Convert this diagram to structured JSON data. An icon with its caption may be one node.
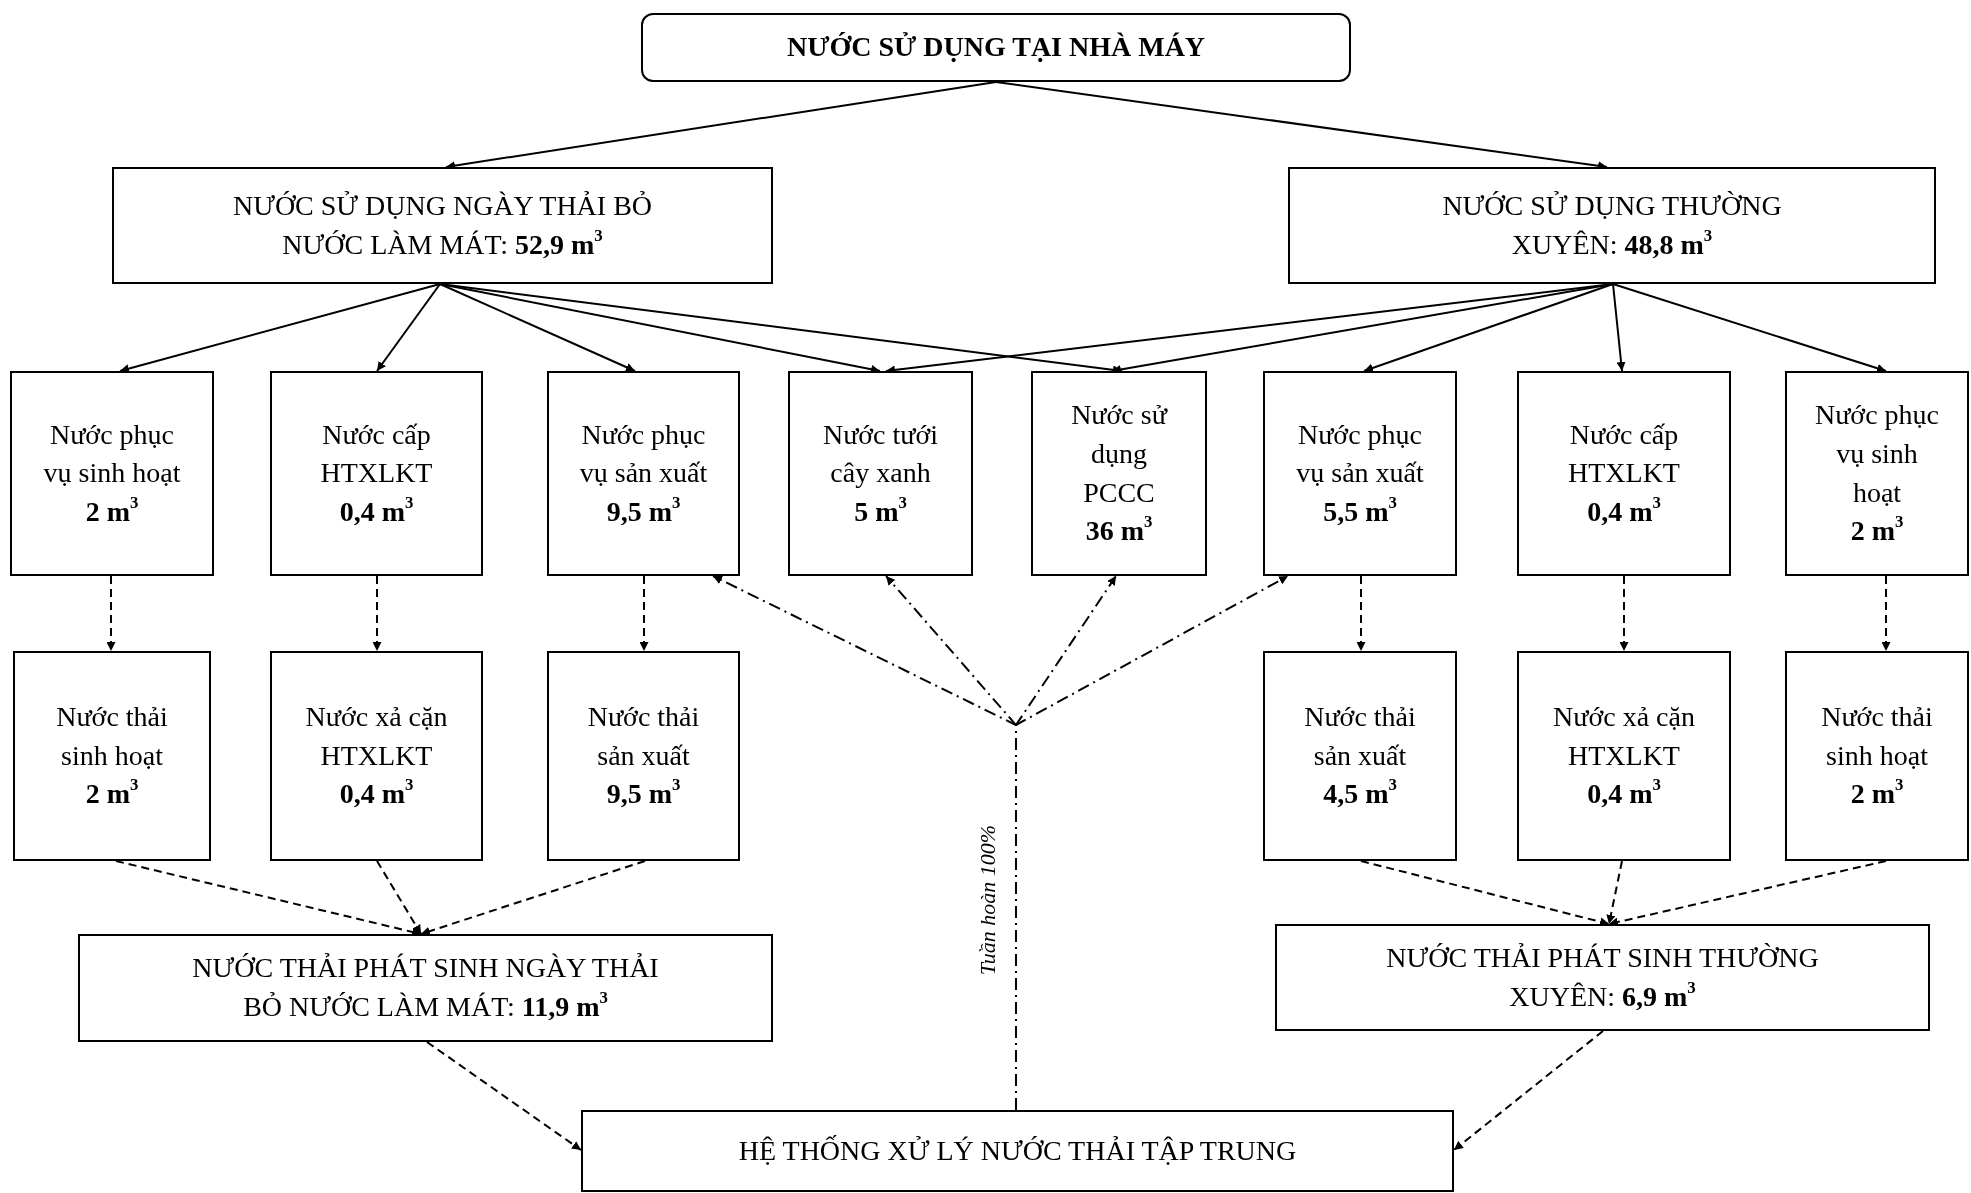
{
  "diagram": {
    "nodes": [
      {
        "text": [
          "NƯỚC SỬ DỤNG TẠI NHÀ MÁY"
        ]
      },
      {
        "text": [
          "NƯỚC SỬ DỤNG NGÀY THẢI BỎ NƯỚC LÀM MÁT: **52,9 m$^{3}$**"
        ]
      },
      {
        "text": [
          "NƯỚC SỬ DỤNG THƯỜNG XUYÊN: **48,8 m$^{3}$**"
        ]
      },
      {
        "text": [
          "Nước phục vụ sinh hoạt",
          "2 m$^{3}$"
        ]
      },
      {
        "text": [
          "Nước cấp HTXLKT",
          "0,4 m$^{3}$"
        ]
      },
      {
        "text": [
          "Nước phục vụ sản xuất",
          "9,5 m$^{3}$"
        ]
      },
      {
        "text": [
          "Nước tưới cây xanh",
          "5 m$^{3}$"
        ]
      },
      {
        "text": [
          "Nước sử dụng PCCC",
          "36 m$^{3}$"
        ]
      },
      {
        "text": [
          "Nước phục vụ sản xuất",
          "5,5 m$^{3}$"
        ]
      },
      {
        "text": [
          "Nước cấp HTXLKT",
          "0,4 m$^{3}$"
        ]
      },
      {
        "text": [
          "Nước phục vụ sinh hoạt",
          "2 m$^{3}$"
        ]
      },
      {
        "text": [
          "Nước thải sinh hoạt",
          "2 m$^{3}$"
        ]
      },
      {
        "text": [
          "Nước xả cặn HTXLKT",
          "0,4 m$^{3}$"
        ]
      },
      {
        "text": [
          "Nước thải sản xuất",
          "9,5 m$^{3}$"
        ]
      },
      {
        "text": [
          "Nước thải sản xuất",
          "4,5 m$^{3}$"
        ]
      },
      {
        "text": [
          "Nước xả cặn HTXLKT",
          "0,4 m$^{3}$"
        ]
      },
      {
        "text": [
          "Nước thải sinh hoạt",
          "2 m$^{3}$"
        ]
      },
      {
        "text": [
          "NƯỚC THẢI PHÁT SINH NGÀY THẢI BỎ NƯỚC LÀM MÁT: **11,9 m$^{3}$**"
        ]
      },
      {
        "text": [
          "NƯỚC THẢI PHÁT SINH THƯỜNG XUYÊN: **6,9 m$^{3}$**"
        ]
      },
      {
        "text": [
          "HỆ THỐNG XỬ LÝ NƯỚC THẢI TẬP TRUNG"
        ]
      }
    ],
    "edges": [
      {
        "from": 0,
        "to": 1,
        "arrow": "to"
      },
      {
        "from": 0,
        "to": 2,
        "arrow": "to"
      },
      {
        "from": 1,
        "to": 3,
        "arrow": "to"
      },
      {
        "from": 1,
        "to": 4,
        "arrow": "to"
      },
      {
        "from": 1,
        "to": 5,
        "arrow": "to"
      },
      {
        "from": 1,
        "to": 6,
        "arrow": "to"
      },
      {
        "from": 1,
        "to": 7,
        "arrow": "to"
      },
      {
        "from": 2,
        "to": 6,
        "arrow": "to"
      },
      {
        "from": 2,
        "to": 7,
        "arrow": "to"
      },
      {
        "from": 2,
        "to": 8,
        "arrow": "to"
      },
      {
        "from": 2,
        "to": 9,
        "arrow": "to"
      },
      {
        "from": 2,
        "to": 10,
        "arrow": "to"
      },
      {
        "from": 3,
        "to": 11,
        "arrow": "to",
        "style": "dashed"
      },
      {
        "from": 4,
        "to": 12,
        "arrow": "to",
        "style": "dashed"
      },
      {
        "from": 5,
        "to": 13,
        "arrow": "to",
        "style": "dashed"
      },
      {
        "from": 8,
        "to": 14,
        "arrow": "to",
        "style": "dashed"
      },
      {
        "from": 9,
        "to": 15,
        "arrow": "to",
        "style": "dashed"
      },
      {
        "from": 10,
        "to": 16,
        "arrow": "to",
        "style": "dashed"
      },
      {
        "from": 11,
        "to": 17,
        "arrow": "to",
        "style": "dashed"
      },
      {
        "from": 12,
        "to": 17,
        "arrow": "to",
        "style": "dashed"
      },
      {
        "from": 13,
        "to": 17,
        "arrow": "to",
        "style": "dashed"
      },
      {
        "from": 14,
        "to": 18,
        "arrow": "to",
        "style": "dashed"
      },
      {
        "from": 15,
        "to": 18,
        "arrow": "to",
        "style": "dashed"
      },
      {
        "from": 16,
        "to": 18,
        "arrow": "to",
        "style": "dashed"
      },
      {
        "from": 17,
        "to": 19,
        "arrow": "to",
        "style": "dashed"
      },
      {
        "from": 18,
        "to": 19,
        "arrow": "to",
        "style": "dashed"
      },
      {
        "from": 19,
        "to": 5,
        "arrow": "to",
        "style": "dashed"
      },
      {
        "from": 19,
        "to": 6,
        "arrow": "to",
        "style": "dashed"
      },
      {
        "from": 19,
        "to": 7,
        "arrow": "to",
        "style": "dashed"
      },
      {
        "from": 19,
        "to": 8,
        "arrow": "to",
        "style": "dashed"
      }
    ],
    "labels": [
      "Tuần hoàn 100%"
    ]
  }
}
